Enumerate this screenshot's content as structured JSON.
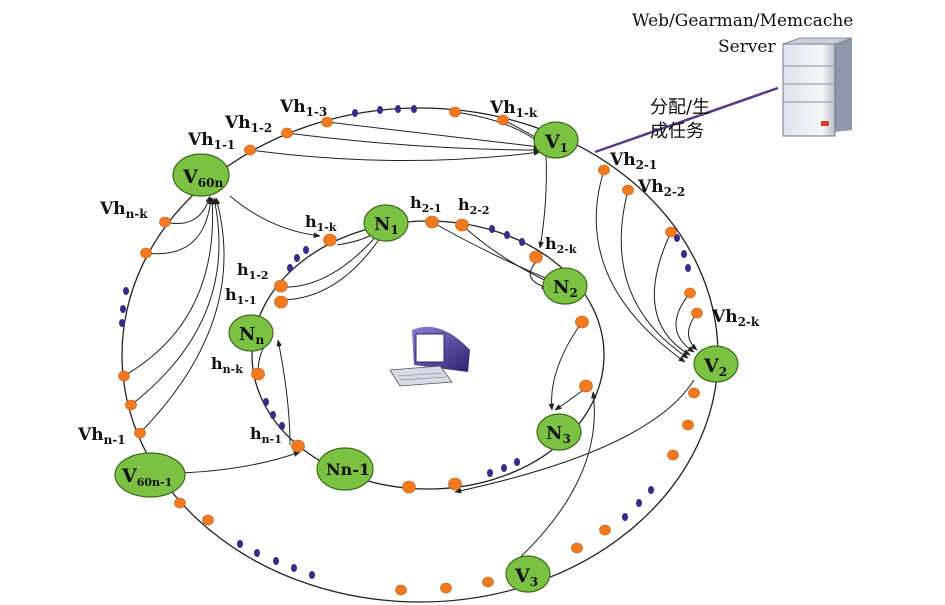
{
  "server": {
    "line1": "Web/Gearman/Memcache",
    "line2": "Server",
    "task_line1": "分配/生",
    "task_line2": "成任务"
  },
  "outer_nodes": {
    "v1": "V",
    "v1_sub": "1",
    "v2": "V",
    "v2_sub": "2",
    "v3": "V",
    "v3_sub": "3",
    "v60n": "V",
    "v60n_sub": "60n",
    "v60n1": "V",
    "v60n1_sub": "60n-1"
  },
  "inner_nodes": {
    "n1": "N",
    "n1_sub": "1",
    "n2": "N",
    "n2_sub": "2",
    "n3": "N",
    "n3_sub": "3",
    "nn": "N",
    "nn_sub": "n",
    "nn1": "Nn-1"
  },
  "labels": {
    "vh13": "Vh",
    "vh13_sub": "1-3",
    "vh12": "Vh",
    "vh12_sub": "1-2",
    "vh11": "Vh",
    "vh11_sub": "1-1",
    "vh1k": "Vh",
    "vh1k_sub": "1-k",
    "vh21": "Vh",
    "vh21_sub": "2-1",
    "vh22": "Vh",
    "vh22_sub": "2-2",
    "vh2k": "Vh",
    "vh2k_sub": "2-k",
    "vhnk": "Vh",
    "vhnk_sub": "n-k",
    "vhn1": "Vh",
    "vhn1_sub": "n-1",
    "h1k": "h",
    "h1k_sub": "1-k",
    "h21": "h",
    "h21_sub": "2-1",
    "h22": "h",
    "h22_sub": "2-2",
    "h2k": "h",
    "h2k_sub": "2-k",
    "h12": "h",
    "h12_sub": "1-2",
    "h11": "h",
    "h11_sub": "1-1",
    "hnk": "h",
    "hnk_sub": "n-k",
    "hn1": "h",
    "hn1_sub": "n-1"
  },
  "colors": {
    "node_fill": "#7cc242",
    "node_stroke": "#3d6b1a",
    "orange_dot": "#f47a20",
    "purple_dot": "#3b2a8a",
    "edge": "#222222",
    "server_link": "#5b3a8c"
  }
}
